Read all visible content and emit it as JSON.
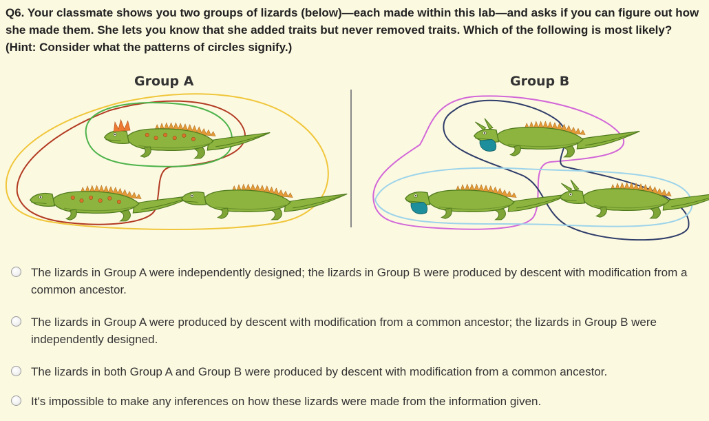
{
  "question": {
    "text": "Q6. Your classmate shows you two groups of lizards (below)—each made within this lab—and asks if you can figure out how she made them. She lets you know that she added traits but never removed traits. Which of the following is most likely? (Hint: Consider what the patterns of circles signify.)"
  },
  "figure": {
    "group_a_title": "Group A",
    "group_b_title": "Group B",
    "colors": {
      "lizard_body": "#8db43e",
      "lizard_dark": "#4f7a1e",
      "spikes": "#e39a37",
      "crest": "#ee7a32",
      "spots": "#d9722a",
      "throat_pouch": "#1d8f9c",
      "group_a_outer": "#f0c63a",
      "group_a_middle": "#b23a22",
      "group_a_inner": "#4db34a",
      "group_b_magenta": "#d267d8",
      "group_b_navy": "#2e3c68",
      "group_b_lightblue": "#9dd4ea",
      "divider": "#888888"
    }
  },
  "options": [
    {
      "label": "The lizards in Group A were independently designed; the lizards in Group B were produced by descent with modification from a common ancestor."
    },
    {
      "label": "The lizards in Group A were produced by descent with modification from a common ancestor; the lizards in Group B were independently designed."
    },
    {
      "label": "The lizards in both Group A and Group B were produced by descent with modification from a common ancestor."
    },
    {
      "label": "It's impossible to make any inferences on how these lizards were made from the information given."
    }
  ]
}
